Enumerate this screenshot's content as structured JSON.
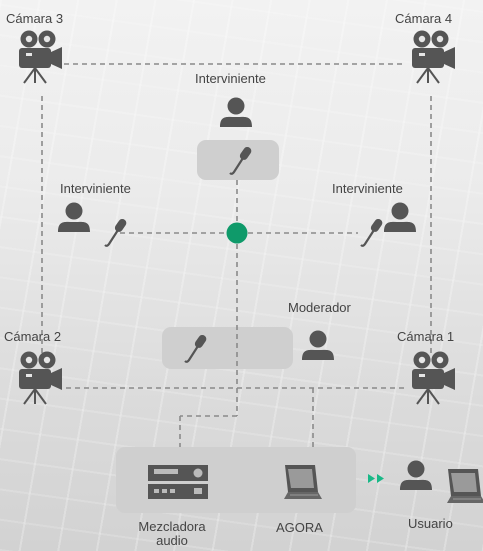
{
  "nodes": {
    "camera_3": "Cámara 3",
    "camera_4": "Cámara 4",
    "camera_2": "Cámara 2",
    "camera_1": "Cámara 1",
    "speaker_top": "Interviniente",
    "speaker_left": "Interviniente",
    "speaker_right": "Interviniente",
    "moderator": "Moderador",
    "mixer": "Mezcladora audio",
    "agora": "AGORA",
    "user": "Usuario"
  },
  "colors": {
    "line": "#8a8a8a",
    "icon": "#555555",
    "box": "#cfcfcf",
    "hub": "#0f9a6a",
    "arrow": "#19b887"
  },
  "icons": [
    "camera-icon",
    "person-icon",
    "microphone-icon",
    "audio-mixer-icon",
    "laptop-icon",
    "double-arrow-icon"
  ]
}
